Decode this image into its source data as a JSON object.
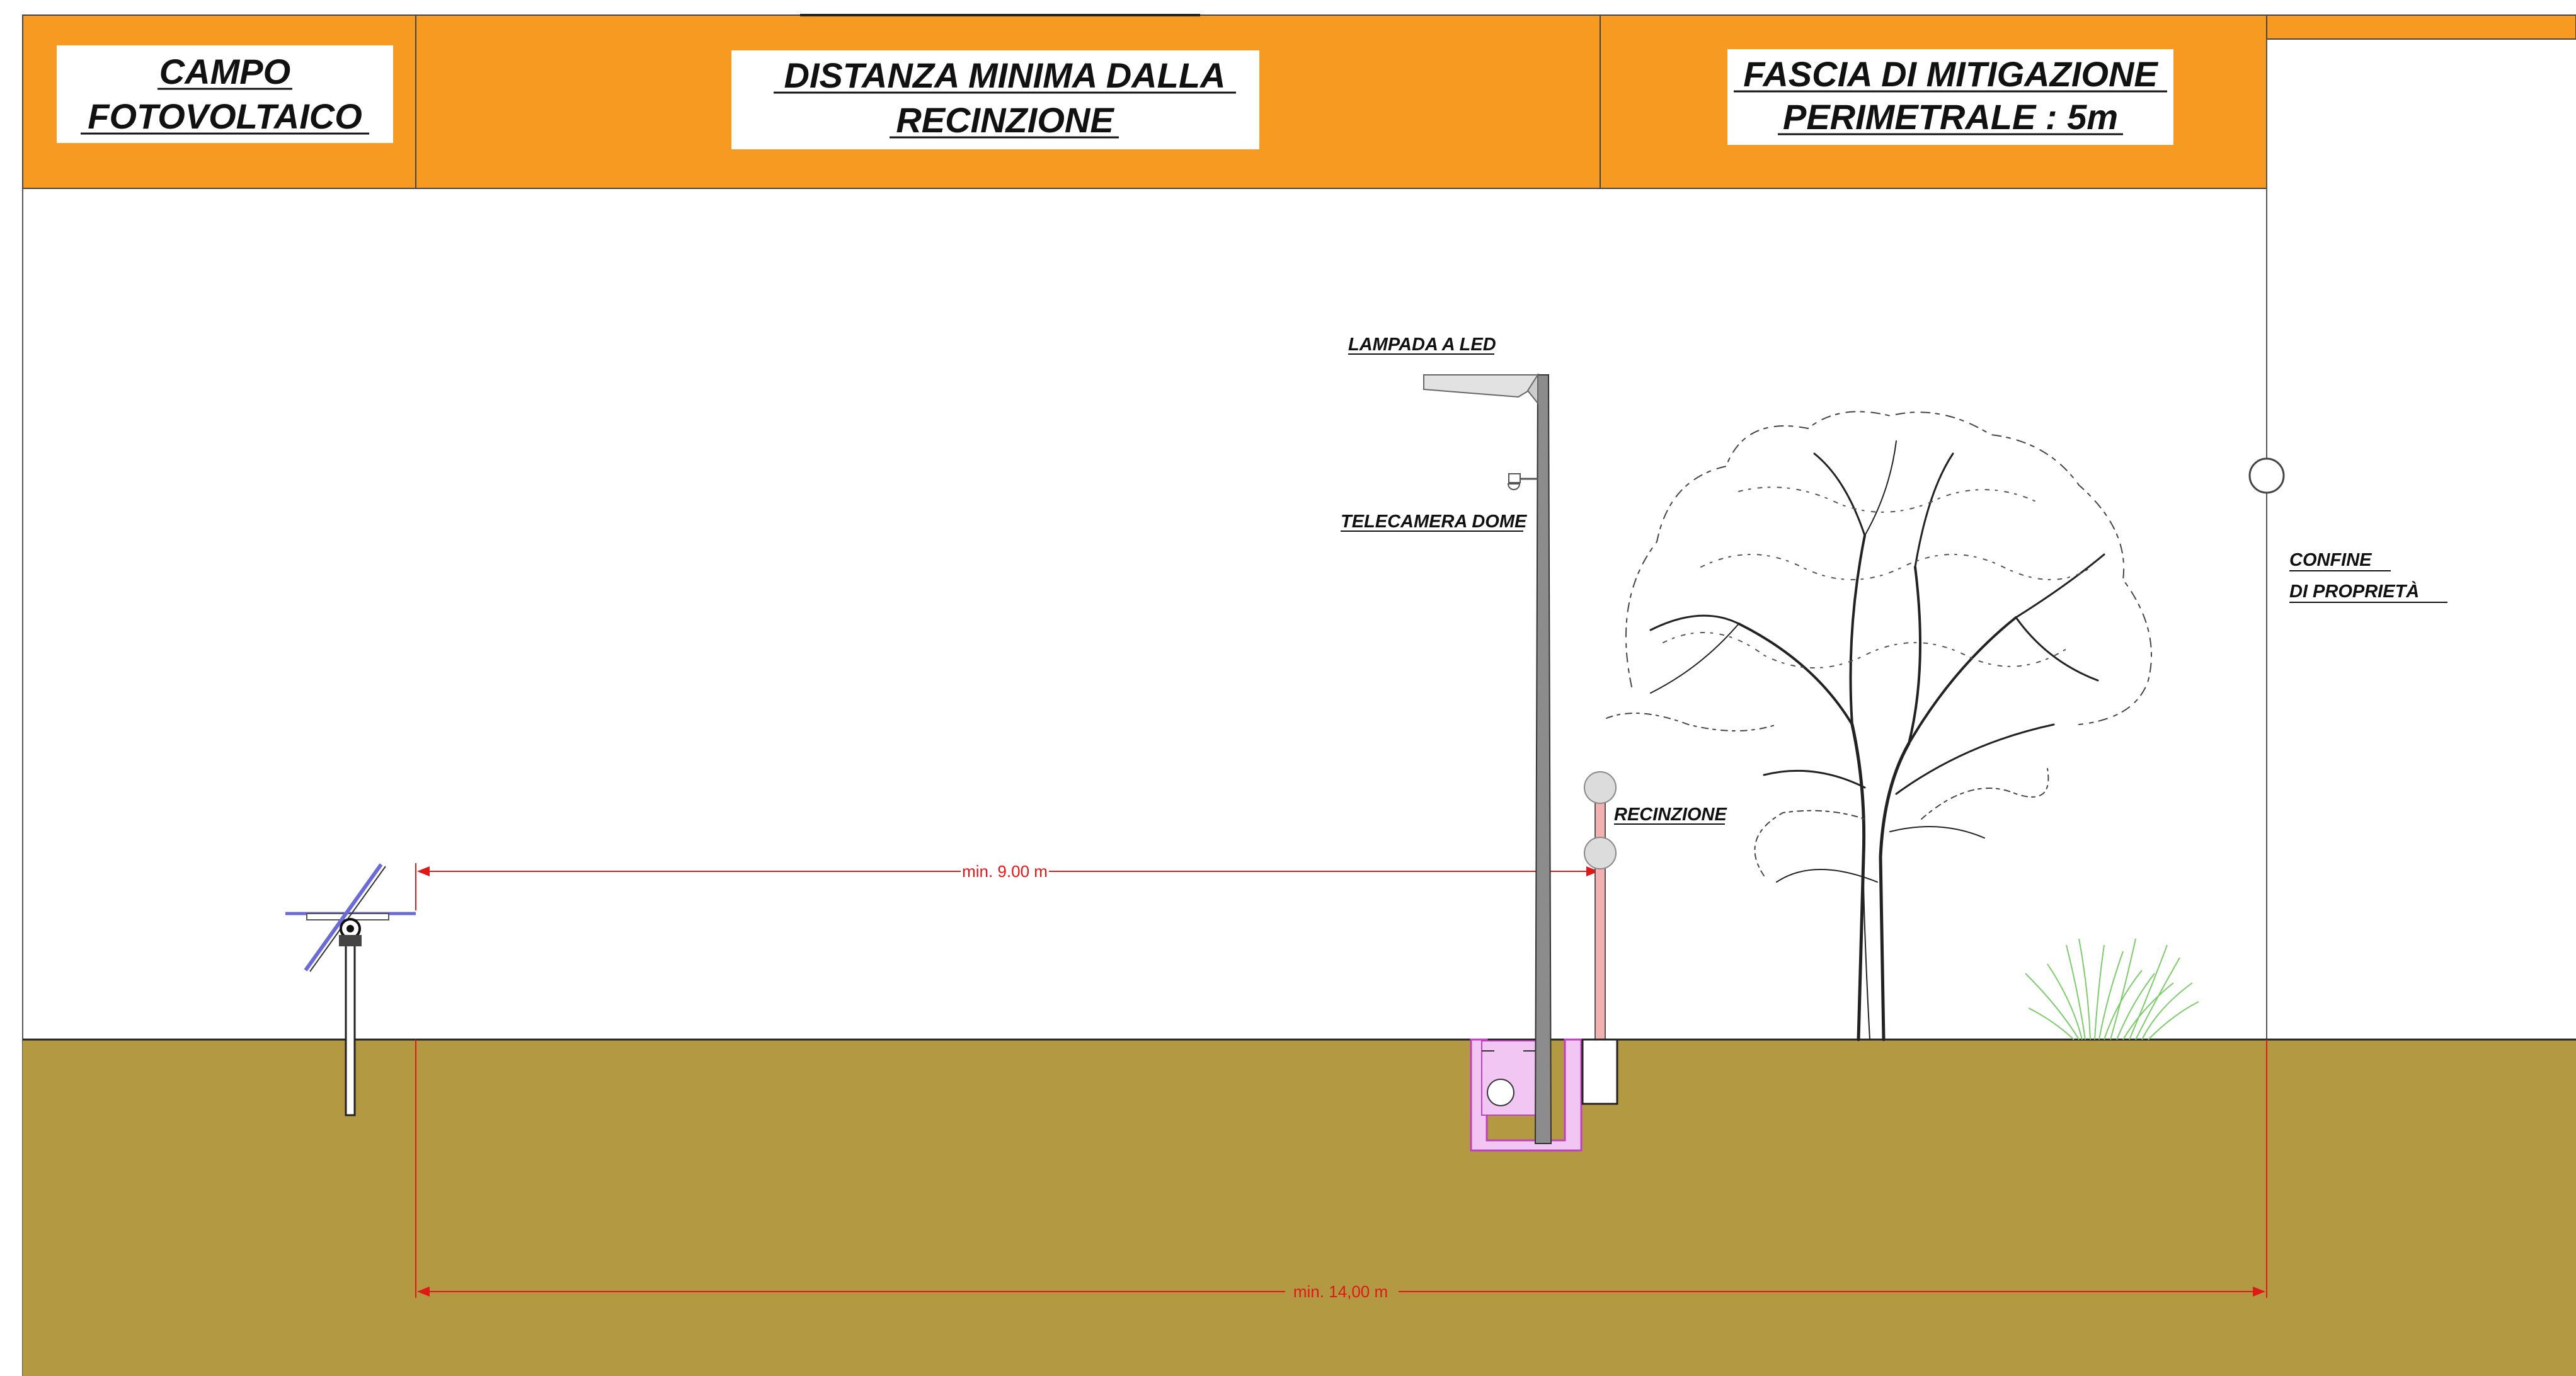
{
  "colors": {
    "header_orange": "#f79a22",
    "ground": "#b39a42",
    "dimension_red": "#e01818",
    "trench_pink": "#f2c6f2",
    "trench_outline": "#c040c0",
    "grass_green": "#7ccc6a",
    "panel_blue": "#6a6ad8",
    "pole_grey": "#8c8c8c",
    "fence_pink": "#f3b0b0"
  },
  "headers": [
    {
      "line1": "CAMPO",
      "line2": "FOTOVOLTAICO"
    },
    {
      "line1": "DISTANZA MINIMA DALLA",
      "line2": "RECINZIONE"
    },
    {
      "line1": "FASCIA DI MITIGAZIONE",
      "line2": "PERIMETRALE : 5m"
    }
  ],
  "labels": {
    "lamp": "LAMPADA A LED",
    "camera": "TELECAMERA DOME",
    "fence": "RECINZIONE",
    "boundary_line1": "CONFINE",
    "boundary_line2": "DI PROPRIETÀ"
  },
  "dimensions": {
    "fence_distance": "min. 9.00 m",
    "strip_width": "min. 14,00 m"
  },
  "icons": [
    "solar-tracker-icon",
    "lamp-post-icon",
    "dome-camera-icon",
    "fence-post-icon",
    "tree-icon",
    "grass-icon",
    "cable-trench-icon"
  ]
}
